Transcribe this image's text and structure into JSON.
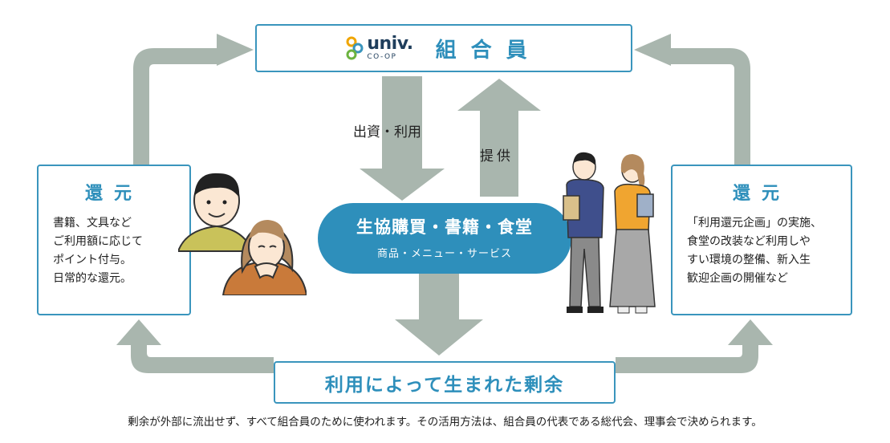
{
  "member": {
    "logo_univ": "univ.",
    "logo_coop": "CO-OP",
    "title": "組合員"
  },
  "left": {
    "title": "還元",
    "lines": [
      "書籍、文具など",
      "ご利用額に応じて",
      "ポイント付与。",
      "日常的な還元。"
    ]
  },
  "right": {
    "title": "還元",
    "lines": [
      "「利用還元企画」の実施、",
      "食堂の改装など利用しや",
      "すい環境の整備、新入生",
      "歓迎企画の開催など"
    ]
  },
  "center": {
    "main": "生協購買・書籍・食堂",
    "sub": "商品・メニュー・サービス"
  },
  "labels": {
    "invest": "出資・利用",
    "provide": "提供"
  },
  "surplus": {
    "title": "利用によって生まれた剰余"
  },
  "footer": "剰余が外部に流出せず、すべて組合員のために使われます。その活用方法は、組合員の代表である総代会、理事会で決められます。",
  "colors": {
    "accent": "#2e8fbb",
    "arrow": "#a9b6ae",
    "box_border": "#3a95bd"
  },
  "icons": [
    "coop-logo-icon",
    "students-left-illustration",
    "students-right-illustration"
  ]
}
